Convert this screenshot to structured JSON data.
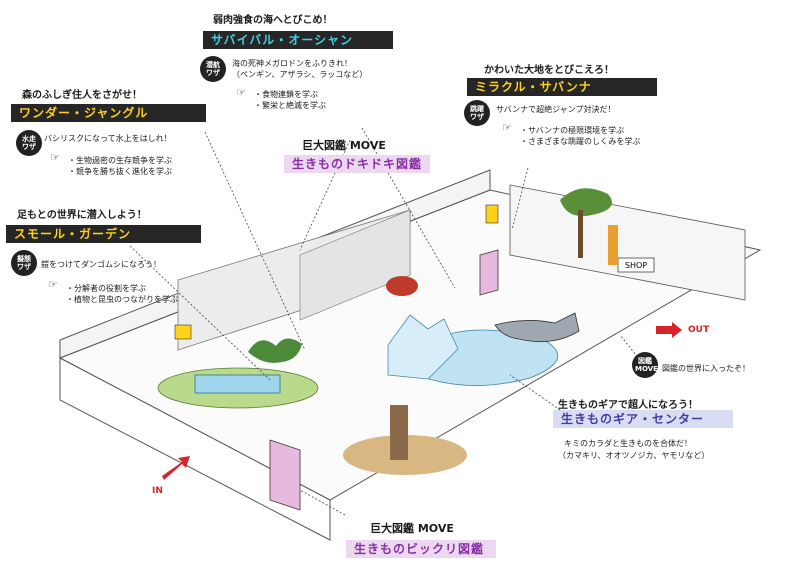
{
  "zones": {
    "survival": {
      "tagline": "弱肉強食の海へとびこめ！",
      "title": "サバイバル・オーシャン",
      "badge": "潜航ワザ",
      "desc": [
        "海の死神メガロドンをふりきれ！",
        "（ペンギン、アザラシ、ラッコなど）"
      ],
      "points": [
        "・食物連鎖を学ぶ",
        "・繁栄と絶滅を学ぶ"
      ]
    },
    "savanna": {
      "tagline": "かわいた大地をとびこえろ！",
      "title": "ミラクル・サバンナ",
      "badge": "跳躍ワザ",
      "desc": [
        "サバンナで超絶ジャンプ対決だ！"
      ],
      "points": [
        "・サバンナの極限環境を学ぶ",
        "・さまざまな跳躍のしくみを学ぶ"
      ]
    },
    "jungle": {
      "tagline": "森のふしぎ住人をさがせ！",
      "title": "ワンダー・ジャングル",
      "badge": "水走ワザ",
      "desc": [
        "バシリスクになって水上をはしれ！"
      ],
      "points": [
        "・生物過密の生存競争を学ぶ",
        "・競争を勝ち抜く進化を学ぶ"
      ]
    },
    "garden": {
      "tagline": "足もとの世界に潜入しよう！",
      "title": "スモール・ガーデン",
      "badge": "擬態ワザ",
      "desc": [
        "鎧をつけてダンゴムシになろう！"
      ],
      "points": [
        "・分解者の役割を学ぶ",
        "・植物と昆虫のつながりを学ぶ"
      ]
    },
    "dokidoki": {
      "tagline": "巨大図鑑 MOVE",
      "title": "生きものドキドキ図鑑"
    },
    "gear": {
      "tagline": "生きものギアで超人になろう！",
      "title": "生きものギア・センター",
      "desc": [
        "キミのカラダと生きものを合体だ！",
        "（カマキリ、オオツノジカ、ヤモリなど）"
      ]
    },
    "bikkuri": {
      "tagline": "巨大図鑑 MOVE",
      "title": "生きものビックリ図鑑"
    }
  },
  "move_badge": "図鑑MOVE",
  "move_note": "図鑑の世界に入ったぞ！",
  "in_label": "IN",
  "out_label": "OUT",
  "shop_label": "SHOP",
  "colors": {
    "dark_bar": "#262626",
    "cyan": "#3fd0e8",
    "yellow": "#ffd21a",
    "pink": "#ecd8f0",
    "violet": "#8a2fa6",
    "lavender": "#d8ddf4",
    "arrow_red": "#d8232a"
  }
}
